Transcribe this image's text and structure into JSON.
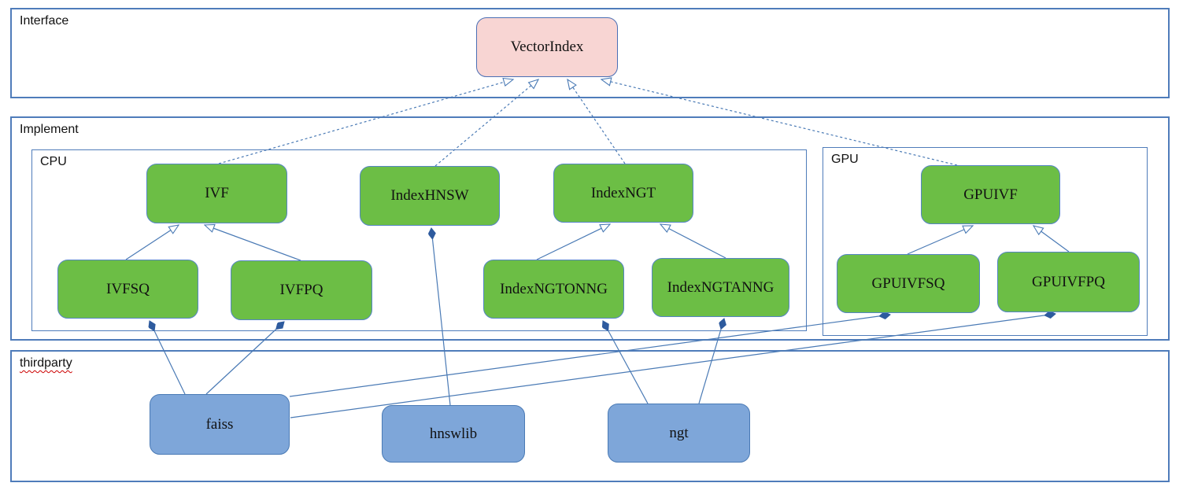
{
  "containers": {
    "interface": {
      "label": "Interface"
    },
    "implement": {
      "label": "Implement"
    },
    "cpu": {
      "label": "CPU"
    },
    "gpu": {
      "label": "GPU"
    },
    "thirdparty": {
      "label": "thirdparty"
    }
  },
  "nodes": {
    "vectorindex": {
      "label": "VectorIndex",
      "kind": "interface",
      "container": "interface"
    },
    "ivf": {
      "label": "IVF",
      "kind": "class",
      "container": "cpu"
    },
    "indexhnsw": {
      "label": "IndexHNSW",
      "kind": "class",
      "container": "cpu"
    },
    "indexngt": {
      "label": "IndexNGT",
      "kind": "class",
      "container": "cpu"
    },
    "ivfsq": {
      "label": "IVFSQ",
      "kind": "class",
      "container": "cpu"
    },
    "ivfpq": {
      "label": "IVFPQ",
      "kind": "class",
      "container": "cpu"
    },
    "indexngtonng": {
      "label": "IndexNGTONNG",
      "kind": "class",
      "container": "cpu"
    },
    "indexngtanng": {
      "label": "IndexNGTANNG",
      "kind": "class",
      "container": "cpu"
    },
    "gpuivf": {
      "label": "GPUIVF",
      "kind": "class",
      "container": "gpu"
    },
    "gpuivfsq": {
      "label": "GPUIVFSQ",
      "kind": "class",
      "container": "gpu"
    },
    "gpuivfpq": {
      "label": "GPUIVFPQ",
      "kind": "class",
      "container": "gpu"
    },
    "faiss": {
      "label": "faiss",
      "kind": "library",
      "container": "thirdparty"
    },
    "hnswlib": {
      "label": "hnswlib",
      "kind": "library",
      "container": "thirdparty"
    },
    "ngt": {
      "label": "ngt",
      "kind": "library",
      "container": "thirdparty"
    }
  },
  "edges": [
    {
      "from": "IVF",
      "to": "VectorIndex",
      "type": "realization"
    },
    {
      "from": "IndexHNSW",
      "to": "VectorIndex",
      "type": "realization"
    },
    {
      "from": "IndexNGT",
      "to": "VectorIndex",
      "type": "realization"
    },
    {
      "from": "GPUIVF",
      "to": "VectorIndex",
      "type": "realization"
    },
    {
      "from": "IVFSQ",
      "to": "IVF",
      "type": "generalization"
    },
    {
      "from": "IVFPQ",
      "to": "IVF",
      "type": "generalization"
    },
    {
      "from": "IndexNGTONNG",
      "to": "IndexNGT",
      "type": "generalization"
    },
    {
      "from": "IndexNGTANNG",
      "to": "IndexNGT",
      "type": "generalization"
    },
    {
      "from": "GPUIVFSQ",
      "to": "GPUIVF",
      "type": "generalization"
    },
    {
      "from": "GPUIVFPQ",
      "to": "GPUIVF",
      "type": "generalization"
    },
    {
      "from": "faiss",
      "to": "IVFSQ",
      "type": "composition"
    },
    {
      "from": "faiss",
      "to": "IVFPQ",
      "type": "composition"
    },
    {
      "from": "faiss",
      "to": "GPUIVFSQ",
      "type": "composition"
    },
    {
      "from": "faiss",
      "to": "GPUIVFPQ",
      "type": "composition"
    },
    {
      "from": "hnswlib",
      "to": "IndexHNSW",
      "type": "composition"
    },
    {
      "from": "ngt",
      "to": "IndexNGTONNG",
      "type": "composition"
    },
    {
      "from": "ngt",
      "to": "IndexNGTANNG",
      "type": "composition"
    }
  ],
  "colors": {
    "interface_fill": "#f8d5d3",
    "class_fill": "#6cbe45",
    "library_fill": "#7ea6d9",
    "container_border": "#4f7cba",
    "line_blue": "#4a7ab5",
    "diamond_fill": "#2e5b9e",
    "spellcheck_underline": "#cc0000"
  }
}
